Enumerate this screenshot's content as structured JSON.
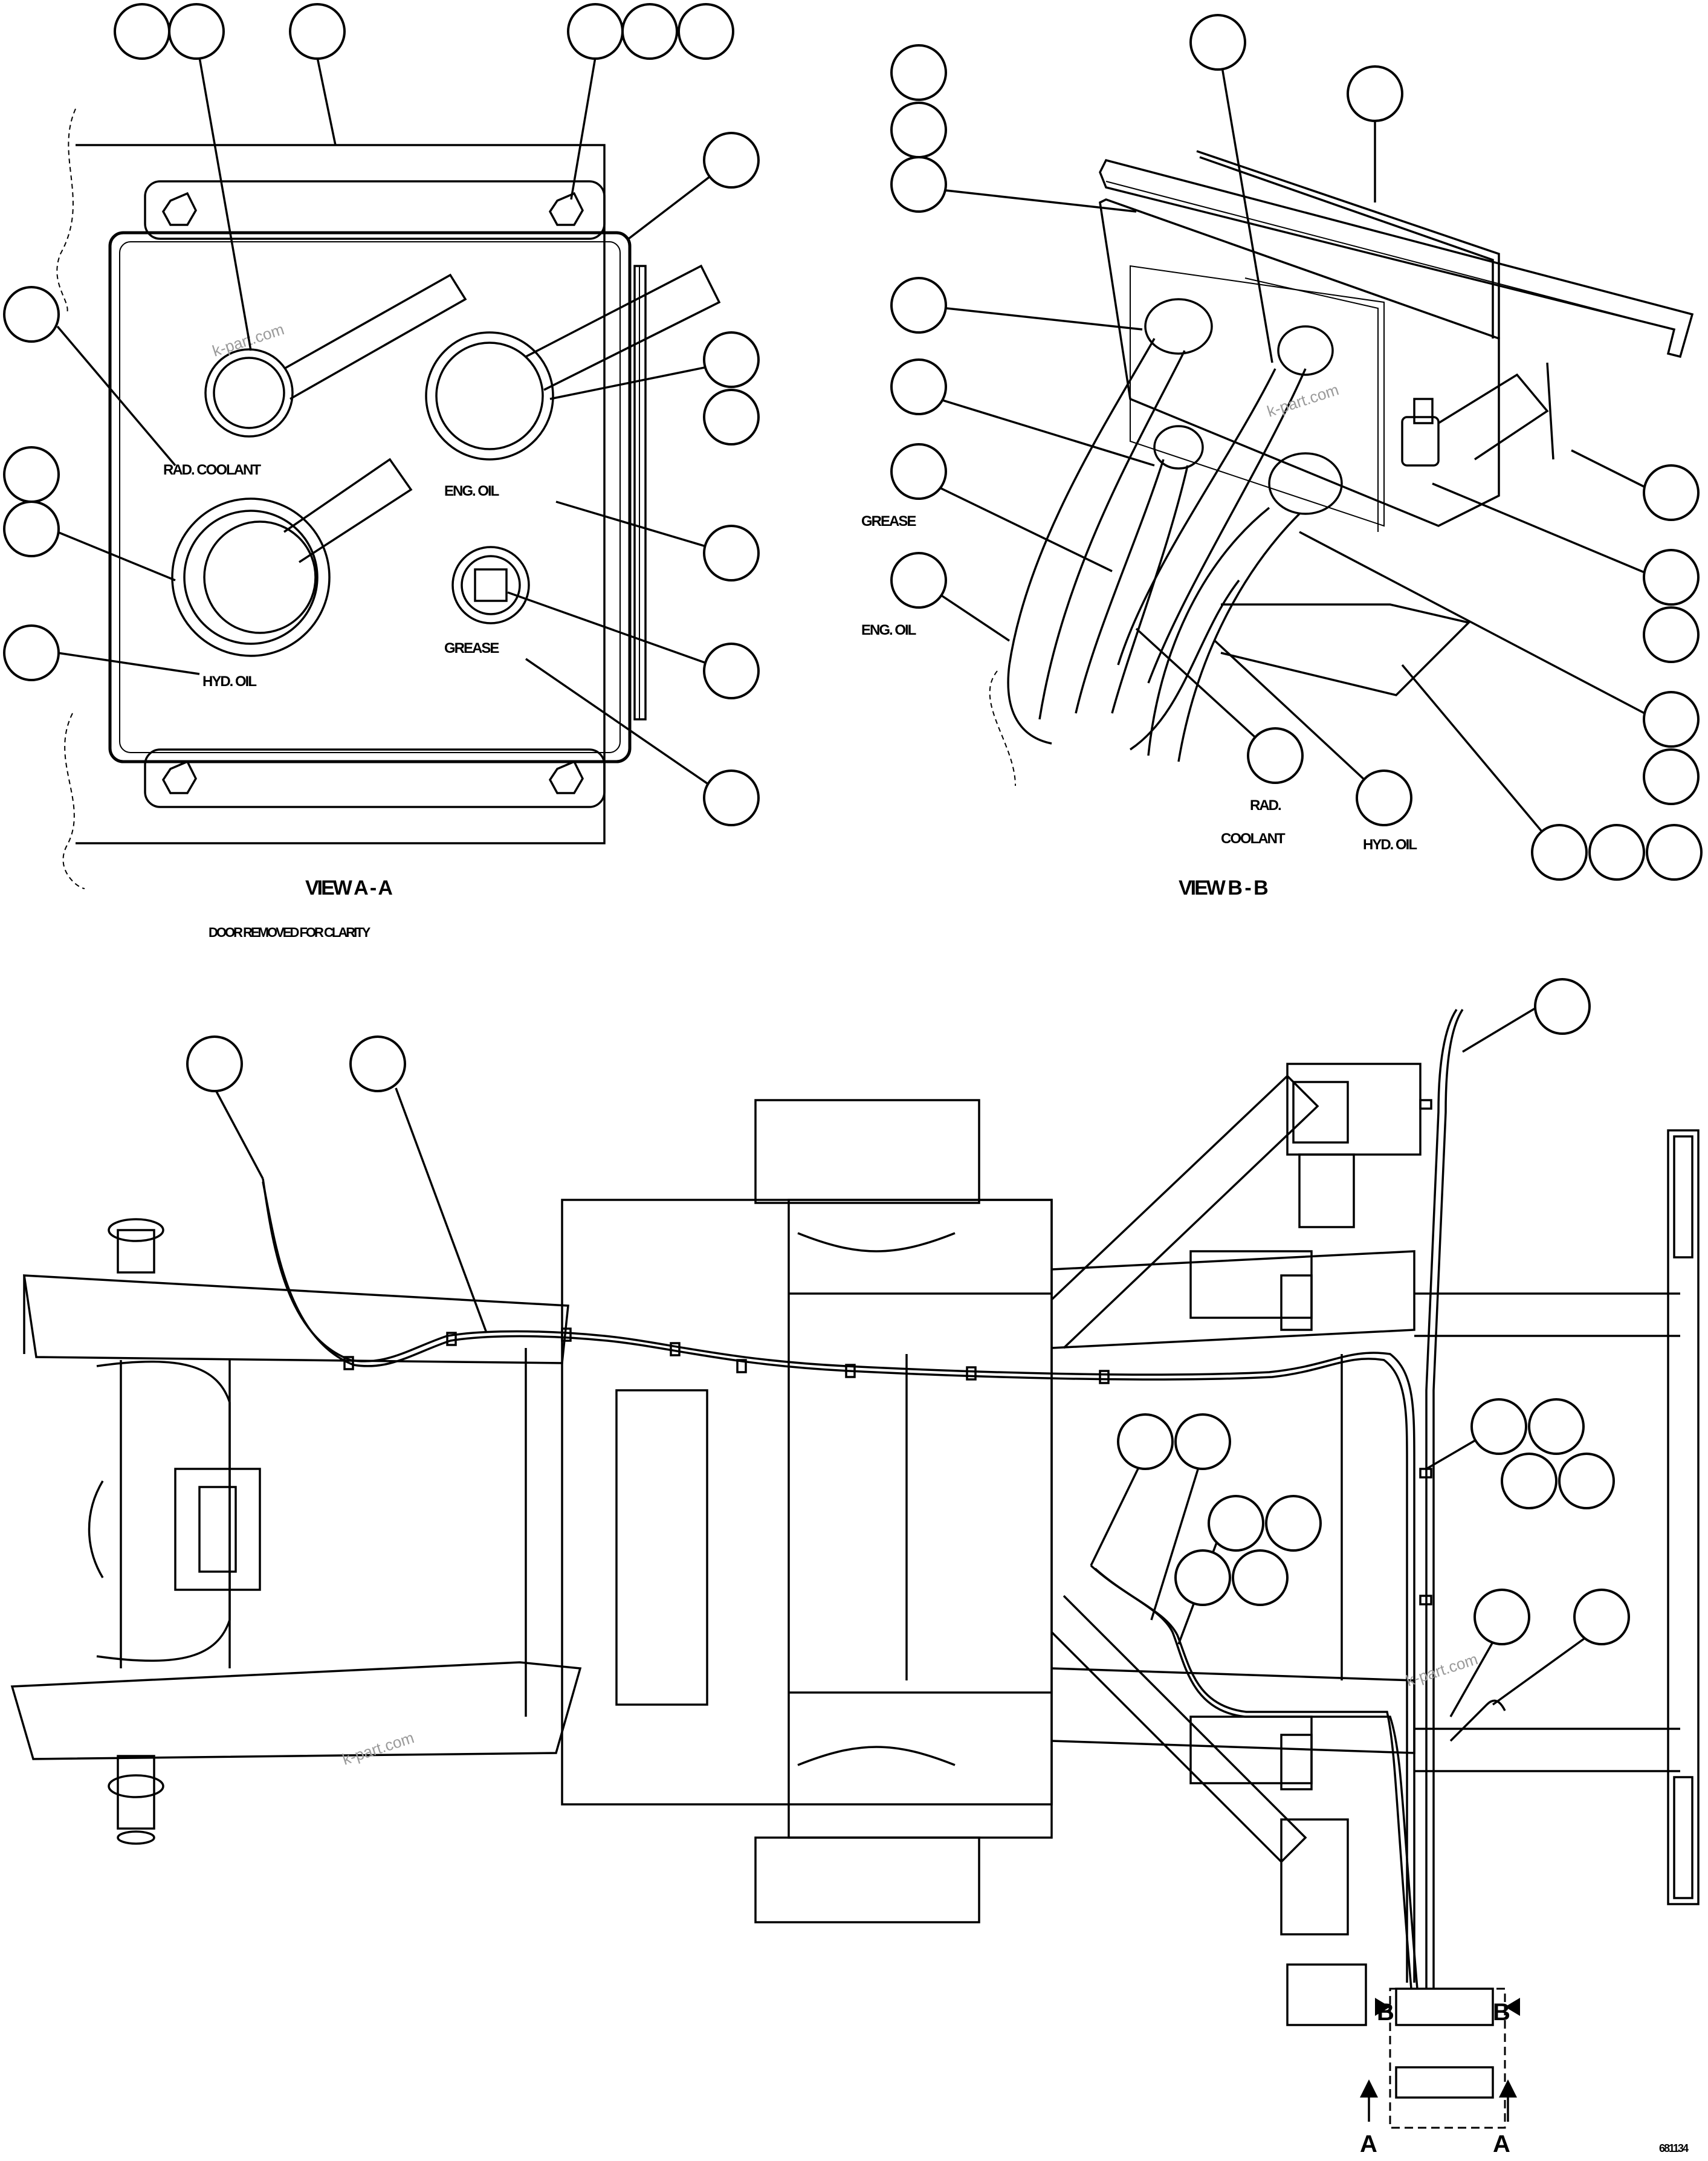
{
  "view_a": {
    "labels": {
      "rad_coolant": "RAD. COOLANT",
      "eng_oil": "ENG. OIL",
      "hyd_oil": "HYD. OIL",
      "grease": "GREASE"
    },
    "caption": "VIEW A - A",
    "subcaption": "DOOR REMOVED FOR CLARITY"
  },
  "view_b": {
    "labels": {
      "grease": "GREASE",
      "eng_oil": "ENG. OIL",
      "rad": "RAD.",
      "coolant": "COOLANT",
      "hyd_oil": "HYD. OIL"
    },
    "caption": "VIEW B - B"
  },
  "main_view": {
    "section_letters": {
      "b_left": "B",
      "b_right": "B",
      "a_left": "A",
      "a_right": "A"
    },
    "drawing_number": "681134"
  },
  "watermarks": [
    "k-part.com",
    "k-part.com",
    "k-part.com",
    "k-part.com"
  ]
}
